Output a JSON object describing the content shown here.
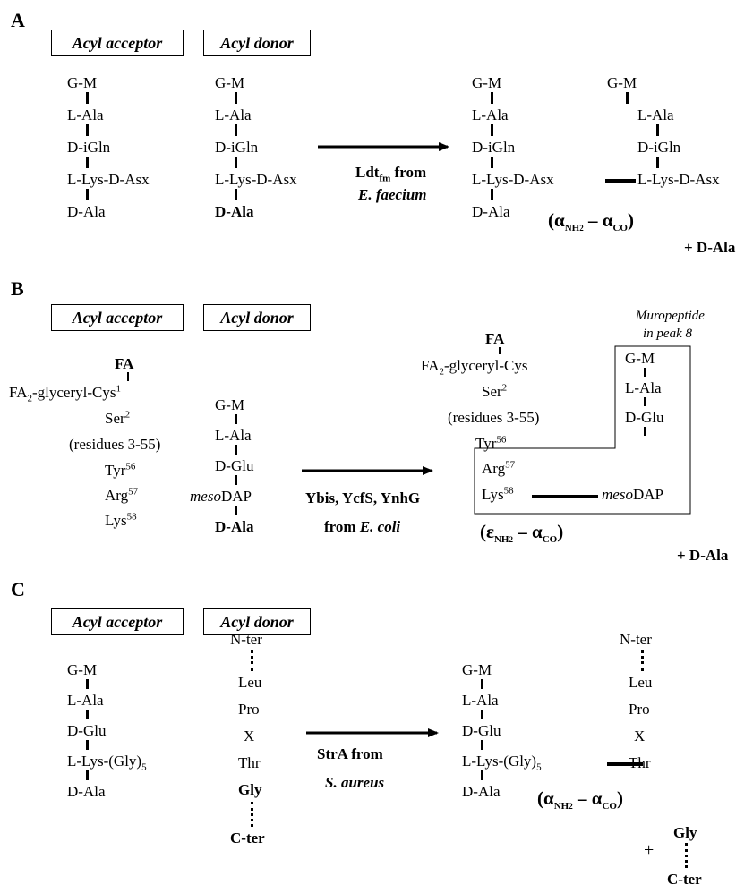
{
  "panelA": {
    "letter": "A",
    "acceptor_label": "Acyl acceptor",
    "donor_label": "Acyl donor",
    "acceptor": [
      "G-M",
      "L-Ala",
      "D-iGln",
      "L-Lys-D-Asx",
      "D-Ala"
    ],
    "donor": [
      "G-M",
      "L-Ala",
      "D-iGln",
      "L-Lys-D-Asx",
      "D-Ala"
    ],
    "enzyme_line1": "Ldt",
    "enzyme_sub": "fm",
    "enzyme_line1_rest": " from",
    "enzyme_line2": "E. faecium",
    "product_left": [
      "G-M",
      "L-Ala",
      "D-iGln",
      "L-Lys-D-Asx",
      "D-Ala"
    ],
    "product_right": [
      "G-M",
      "L-Ala",
      "D-iGln",
      "L-Lys-D-Asx"
    ],
    "linkage_left": "α",
    "linkage_left_sub": "NH",
    "linkage_left_sub2": "2",
    "linkage_right": "α",
    "linkage_right_sub": "CO",
    "release": "+ D-Ala"
  },
  "panelB": {
    "letter": "B",
    "acceptor_label": "Acyl acceptor",
    "donor_label": "Acyl donor",
    "acceptor": {
      "fa": "FA",
      "cys_pre": "FA",
      "cys_sub": "2",
      "cys_rest": "-glyceryl-Cys",
      "cys_sup": "1",
      "ser": "Ser",
      "ser_sup": "2",
      "residues": "(residues 3-55)",
      "tyr": "Tyr",
      "tyr_sup": "56",
      "arg": "Arg",
      "arg_sup": "57",
      "lys": "Lys",
      "lys_sup": "58"
    },
    "donor": [
      "G-M",
      "L-Ala",
      "D-Glu",
      "DAP",
      "D-Ala"
    ],
    "donor_meso": "meso",
    "enzyme_line1": "Ybis, YcfS, YnhG",
    "enzyme_line2_pre": "from ",
    "enzyme_line2_org": "E. coli",
    "muropeptide_note_1": "Muropeptide",
    "muropeptide_note_2": "in peak 8",
    "product_donor": [
      "G-M",
      "L-Ala",
      "D-Glu",
      "DAP"
    ],
    "linkage_left": "ε",
    "linkage_left_sub": "NH",
    "linkage_left_sub2": "2",
    "linkage_right": "α",
    "linkage_right_sub": "CO",
    "release": "+ D-Ala"
  },
  "panelC": {
    "letter": "C",
    "acceptor_label": "Acyl acceptor",
    "donor_label": "Acyl donor",
    "acceptor": [
      "G-M",
      "L-Ala",
      "D-Glu",
      "L-Lys-(Gly)",
      "D-Ala"
    ],
    "acceptor_gly_sub": "5",
    "donor": [
      "N-ter",
      "Leu",
      "Pro",
      "X",
      "Thr",
      "Gly",
      "C-ter"
    ],
    "enzyme_line1": "StrA from",
    "enzyme_line2": "S. aureus",
    "product_left": [
      "G-M",
      "L-Ala",
      "D-Glu",
      "L-Lys-(Gly)",
      "D-Ala"
    ],
    "product_right": [
      "N-ter",
      "Leu",
      "Pro",
      "X",
      "Thr"
    ],
    "linkage_left": "α",
    "linkage_left_sub": "NH",
    "linkage_left_sub2": "2",
    "linkage_right": "α",
    "linkage_right_sub": "CO",
    "release_plus": "+",
    "release_gly": "Gly",
    "release_cter": "C-ter"
  }
}
